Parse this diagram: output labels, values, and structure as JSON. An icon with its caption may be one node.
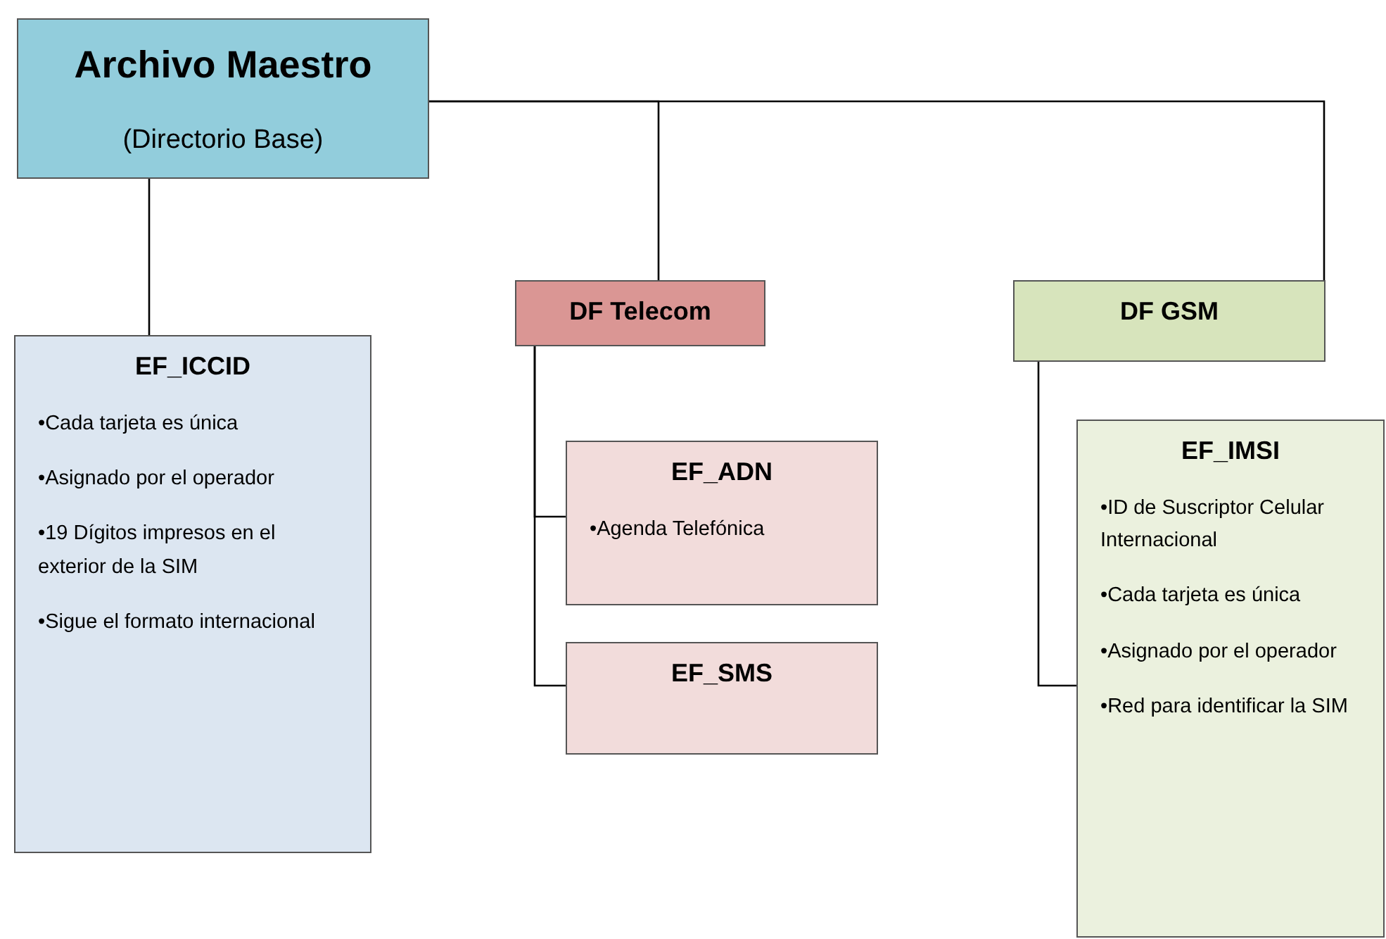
{
  "diagram": {
    "nodes": [
      {
        "text": [
          "Archivo Maestro",
          "(Directorio Base)"
        ]
      },
      {
        "text": [
          "EF_ICCID",
          "•Cada tarjeta es única",
          "•Asignado por el operador",
          "•19 Dígitos impresos en el exterior de la SIM",
          "•Sigue el formato internacional"
        ]
      },
      {
        "text": [
          "DF Telecom"
        ]
      },
      {
        "text": [
          "EF_ADN",
          "•Agenda Telefónica"
        ]
      },
      {
        "text": [
          "EF_SMS"
        ]
      },
      {
        "text": [
          "DF GSM"
        ]
      },
      {
        "text": [
          "EF_IMSI",
          "•ID de Suscriptor Celular Internacional",
          "•Cada tarjeta es única",
          "•Asignado por el operador",
          "•Red para identificar la SIM"
        ]
      }
    ],
    "edges": [
      {
        "from": 0,
        "to": 1,
        "arrow": "none"
      },
      {
        "from": 0,
        "to": 2,
        "arrow": "none"
      },
      {
        "from": 0,
        "to": 5,
        "arrow": "none"
      },
      {
        "from": 2,
        "to": 3,
        "arrow": "none"
      },
      {
        "from": 2,
        "to": 4,
        "arrow": "none"
      },
      {
        "from": 5,
        "to": 6,
        "arrow": "none"
      }
    ]
  }
}
